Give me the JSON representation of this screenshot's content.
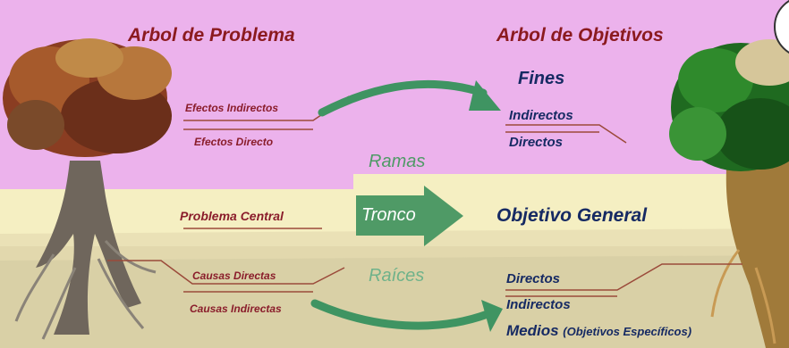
{
  "titles": {
    "left": "Arbol de Problema",
    "right": "Arbol de Objetivos"
  },
  "left": {
    "effects_indirect": "Efectos Indirectos",
    "effects_direct": "Efectos Directo",
    "central_problem": "Problema Central",
    "causes_direct": "Causas Directas",
    "causes_indirect": "Causas Indirectas"
  },
  "middle": {
    "branches": "Ramas",
    "trunk": "Tronco",
    "roots": "Raíces"
  },
  "right": {
    "ends": "Fines",
    "ends_indirect": "Indirectos",
    "ends_direct": "Directos",
    "general_objective": "Objetivo General",
    "means_direct": "Directos",
    "means_indirect": "Indirectos",
    "means": "Medios",
    "means_note": "(Objetivos Específicos)"
  },
  "colors": {
    "top_band": "#ecb2ec",
    "middle_band": "#f5efc2",
    "bottom_band": "#d9d0a6",
    "title_red": "#8b1a1f",
    "label_red": "#8a1d2b",
    "navy": "#162a63",
    "green": "#4f9a66",
    "arrow_green": "#3f9462",
    "line_brown": "#9b4a3a"
  }
}
